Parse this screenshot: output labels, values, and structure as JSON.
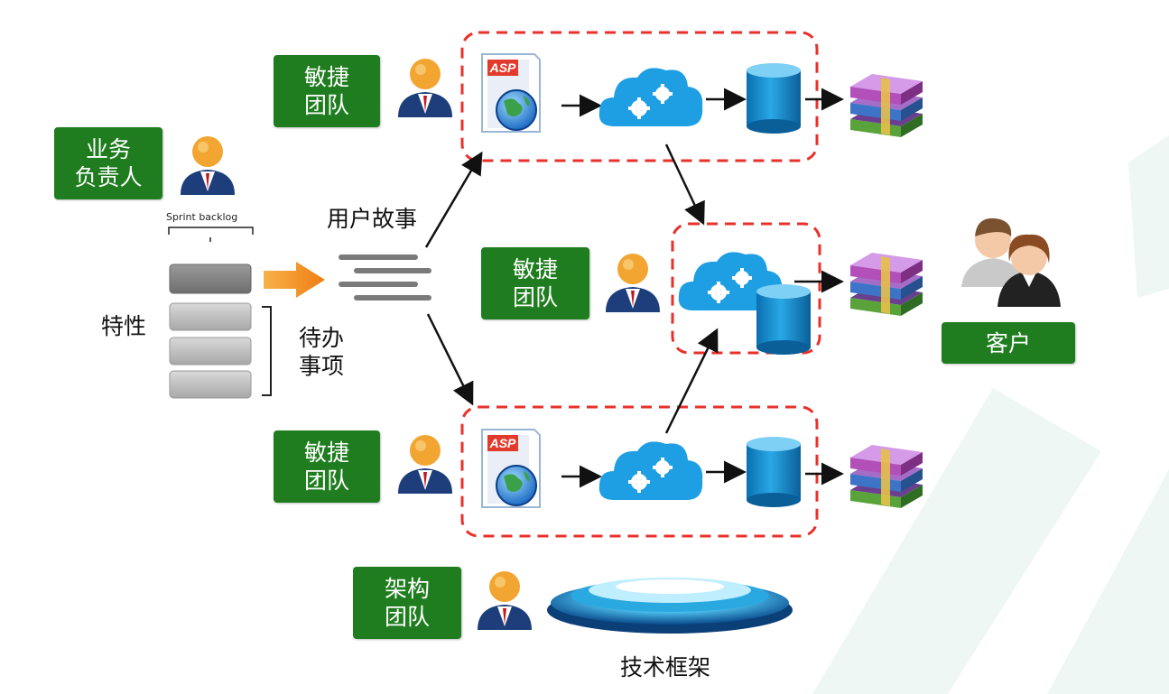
{
  "roles": {
    "business_owner": [
      "业务",
      "负责人"
    ],
    "agile_team_top": [
      "敏捷",
      "团队"
    ],
    "agile_team_mid": [
      "敏捷",
      "团队"
    ],
    "agile_team_bottom": [
      "敏捷",
      "团队"
    ],
    "architecture_team": [
      "架构",
      "团队"
    ],
    "customer": "客户"
  },
  "labels": {
    "sprint_backlog": "Sprint backlog",
    "features": "特性",
    "backlog_items": [
      "待办",
      "事项"
    ],
    "user_stories": "用户故事",
    "tech_framework": "技术框架"
  },
  "icons": {
    "asp": "ASP",
    "asp_badge": "asp-globe-icon",
    "cloud_gears": "cloud-gears-icon",
    "database": "database-cylinder-icon",
    "package": "archive-books-icon",
    "person": "businessman-icon",
    "customers": "customers-icon",
    "platform": "tech-platform-icon"
  },
  "colors": {
    "green": "#1f7d1f",
    "dash_red": "#e8312b",
    "cloud_blue": "#1e9fe3",
    "arrow_orange": "#f08c1a"
  }
}
